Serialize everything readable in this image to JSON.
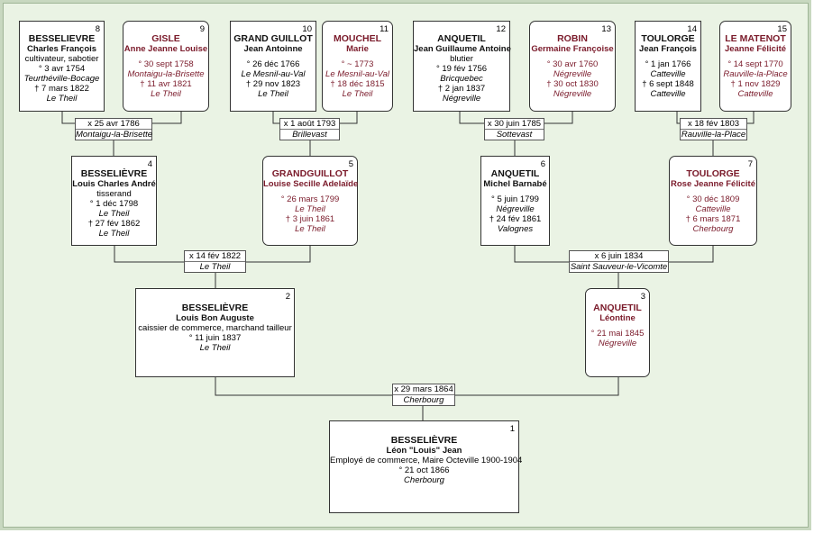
{
  "people": {
    "p1": {
      "num": "1",
      "surname": "BESSELIÈVRE",
      "given": "Léon \"Louis\" Jean",
      "occupation": "Employé de commerce, Maire Octeville 1900-1904",
      "birth_date": "° 21 oct 1866",
      "birth_place": "Cherbourg"
    },
    "p2": {
      "num": "2",
      "surname": "BESSELIÈVRE",
      "given": "Louis Bon Auguste",
      "occupation": "caissier de commerce, marchand tailleur",
      "birth_date": "° 11 juin 1837",
      "birth_place": "Le Theil"
    },
    "p3": {
      "num": "3",
      "surname": "ANQUETIL",
      "given": "Léontine",
      "birth_date": "° 21 mai 1845",
      "birth_place": "Négreville"
    },
    "p4": {
      "num": "4",
      "surname": "BESSELIÈVRE",
      "given": "Louis Charles André",
      "occupation": "tisserand",
      "birth_date": "° 1 déc 1798",
      "birth_place": "Le Theil",
      "death_date": "† 27 fév 1862",
      "death_place": "Le Theil"
    },
    "p5": {
      "num": "5",
      "surname": "GRANDGUILLOT",
      "given": "Louise Secille Adelaïde",
      "birth_date": "° 26 mars 1799",
      "birth_place": "Le Theil",
      "death_date": "† 3 juin 1861",
      "death_place": "Le Theil"
    },
    "p6": {
      "num": "6",
      "surname": "ANQUETIL",
      "given": "Michel Barnabé",
      "birth_date": "° 5 juin 1799",
      "birth_place": "Négreville",
      "death_date": "† 24 fév 1861",
      "death_place": "Valognes"
    },
    "p7": {
      "num": "7",
      "surname": "TOULORGE",
      "given": "Rose Jeanne Félicité",
      "birth_date": "° 30 déc 1809",
      "birth_place": "Catteville",
      "death_date": "† 6 mars 1871",
      "death_place": "Cherbourg"
    },
    "p8": {
      "num": "8",
      "surname": "BESSELIEVRE",
      "given": "Charles François",
      "occupation": "cultivateur, sabotier",
      "birth_date": "° 3 avr 1754",
      "birth_place": "Teurthéville-Bocage",
      "death_date": "† 7 mars 1822",
      "death_place": "Le Theil"
    },
    "p9": {
      "num": "9",
      "surname": "GISLE",
      "given": "Anne Jeanne Louise",
      "birth_date": "° 30 sept 1758",
      "birth_place": "Montaigu-la-Brisette",
      "death_date": "† 11 avr 1821",
      "death_place": "Le Theil"
    },
    "p10": {
      "num": "10",
      "surname": "GRAND GUILLOT",
      "given": "Jean Antoinne",
      "birth_date": "° 26 déc 1766",
      "birth_place": "Le Mesnil-au-Val",
      "death_date": "† 29 nov 1823",
      "death_place": "Le Theil"
    },
    "p11": {
      "num": "11",
      "surname": "MOUCHEL",
      "given": "Marie",
      "birth_date": "° ~ 1773",
      "birth_place": "Le Mesnil-au-Val",
      "death_date": "† 18 déc 1815",
      "death_place": "Le Theil"
    },
    "p12": {
      "num": "12",
      "surname": "ANQUETIL",
      "given": "Jean Guillaume Antoine",
      "occupation": "blutier",
      "birth_date": "° 19 fév 1756",
      "birth_place": "Bricquebec",
      "death_date": "† 2 jan 1837",
      "death_place": "Négreville"
    },
    "p13": {
      "num": "13",
      "surname": "ROBIN",
      "given": "Germaine Françoise",
      "birth_date": "° 30 avr 1760",
      "birth_place": "Négreville",
      "death_date": "† 30 oct 1830",
      "death_place": "Négreville"
    },
    "p14": {
      "num": "14",
      "surname": "TOULORGE",
      "given": "Jean François",
      "birth_date": "° 1 jan 1766",
      "birth_place": "Catteville",
      "death_date": "† 6 sept 1848",
      "death_place": "Catteville"
    },
    "p15": {
      "num": "15",
      "surname": "LE MATENOT",
      "given": "Jeanne Félicité",
      "birth_date": "° 14 sept 1770",
      "birth_place": "Rauville-la-Place",
      "death_date": "† 1 nov 1829",
      "death_place": "Catteville"
    }
  },
  "marriages": {
    "m8": {
      "date": "x 25 avr 1786",
      "place": "Montaigu-la-Brisette"
    },
    "m10": {
      "date": "x 1 août 1793",
      "place": "Brillevast"
    },
    "m12": {
      "date": "x 30 juin 1785",
      "place": "Sottevast"
    },
    "m14": {
      "date": "x 18 fév 1803",
      "place": "Rauville-la-Place"
    },
    "m4": {
      "date": "x 14 fév 1822",
      "place": "Le Theil"
    },
    "m6": {
      "date": "x 6 juin 1834",
      "place": "Saint Sauveur-le-Vicomte"
    },
    "m2": {
      "date": "x 29 mars 1864",
      "place": "Cherbourg"
    }
  }
}
